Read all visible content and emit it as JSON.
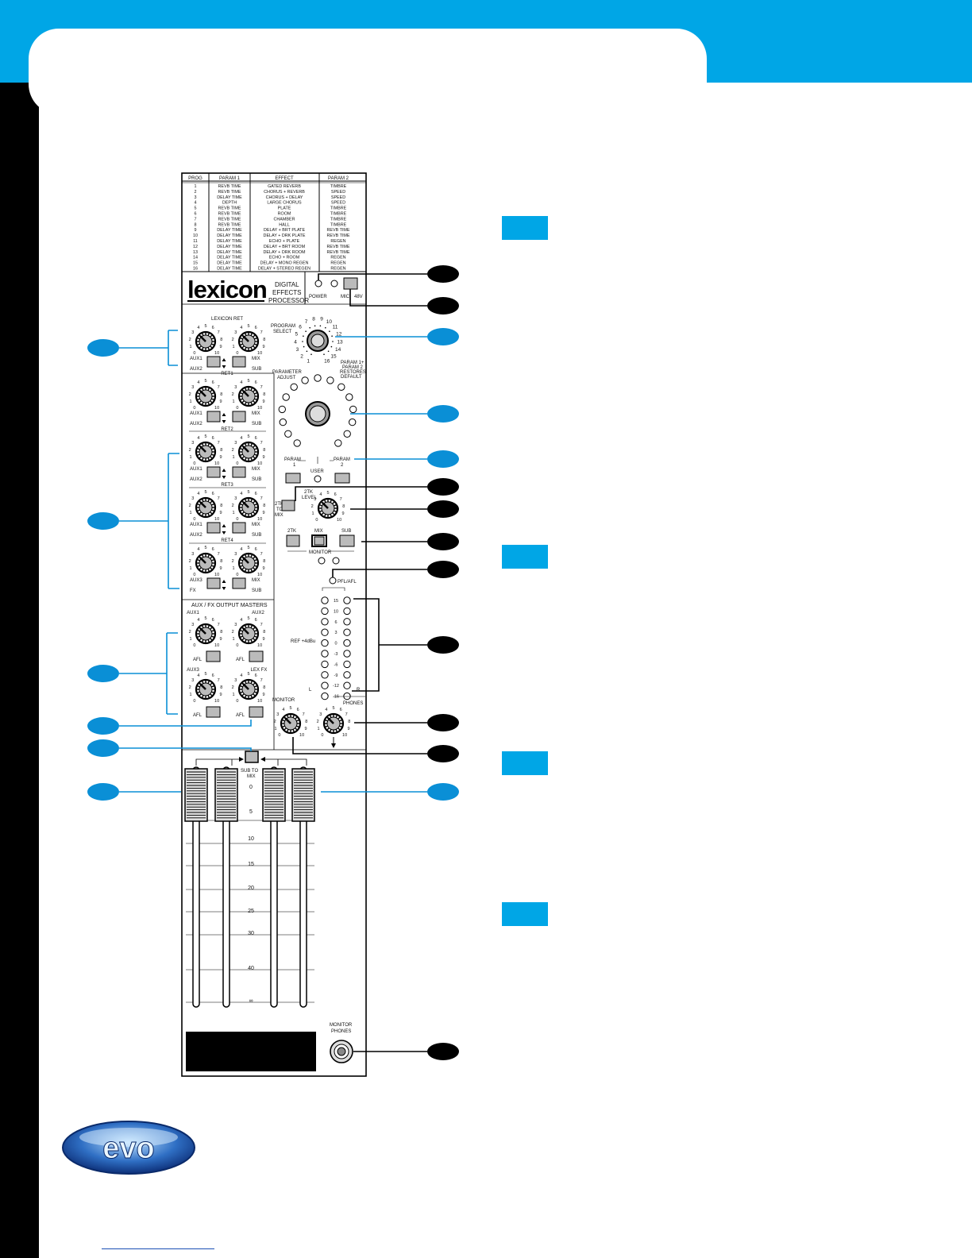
{
  "table": {
    "headers": [
      "PROG",
      "PARAM 1",
      "EFFECT",
      "PARAM 2"
    ],
    "rows": [
      [
        "1",
        "REVB TIME",
        "GATED REVERB",
        "TIMBRE"
      ],
      [
        "2",
        "REVB TIME",
        "CHORUS + REVERB",
        "SPEED"
      ],
      [
        "3",
        "DELAY TIME",
        "CHORUS + DELAY",
        "SPEED"
      ],
      [
        "4",
        "DEPTH",
        "LARGE CHORUS",
        "SPEED"
      ],
      [
        "5",
        "REVB TIME",
        "PLATE",
        "TIMBRE"
      ],
      [
        "6",
        "REVB TIME",
        "ROOM",
        "TIMBRE"
      ],
      [
        "7",
        "REVB TIME",
        "CHAMBER",
        "TIMBRE"
      ],
      [
        "8",
        "REVB TIME",
        "HALL",
        "TIMBRE"
      ],
      [
        "9",
        "DELAY TIME",
        "DELAY + BRT PLATE",
        "REVB TIME"
      ],
      [
        "10",
        "DELAY TIME",
        "DELAY + DRK PLATE",
        "REVB TIME"
      ],
      [
        "11",
        "DELAY TIME",
        "ECHO + PLATE",
        "REGEN"
      ],
      [
        "12",
        "DELAY TIME",
        "DELAY + BRT ROOM",
        "REVB TIME"
      ],
      [
        "13",
        "DELAY TIME",
        "DELAY + DRK ROOM",
        "REVB TIME"
      ],
      [
        "14",
        "DELAY TIME",
        "ECHO + ROOM",
        "REGEN"
      ],
      [
        "15",
        "DELAY TIME",
        "DELAY + MONO REGEN",
        "REGEN"
      ],
      [
        "16",
        "DELAY TIME",
        "DELAY + STEREO REGEN",
        "REGEN"
      ]
    ]
  },
  "brand": {
    "logo": "lexicon",
    "desc1": "DIGITAL",
    "desc2": "EFFECTS",
    "desc3": "PROCESSOR",
    "evo_logo": "evo"
  },
  "power": {
    "power_label": "POWER",
    "mic_label": "MIC",
    "v48_label": "48V"
  },
  "returns": [
    {
      "name": "LEXICON RET",
      "left_btn_top": "AUX1",
      "left_btn_bottom": "AUX2",
      "right_btn_top": "MIX",
      "right_btn_bottom": "SUB"
    },
    {
      "name": "RET1",
      "left_btn_top": "AUX1",
      "left_btn_bottom": "AUX2",
      "right_btn_top": "MIX",
      "right_btn_bottom": "SUB"
    },
    {
      "name": "RET2",
      "left_btn_top": "AUX1",
      "left_btn_bottom": "AUX2",
      "right_btn_top": "MIX",
      "right_btn_bottom": "SUB"
    },
    {
      "name": "RET3",
      "left_btn_top": "AUX1",
      "left_btn_bottom": "AUX2",
      "right_btn_top": "MIX",
      "right_btn_bottom": "SUB"
    },
    {
      "name": "RET4",
      "left_btn_top": "AUX3",
      "left_btn_bottom": "FX",
      "right_btn_top": "MIX",
      "right_btn_bottom": "SUB"
    }
  ],
  "masters": {
    "title": "AUX / FX OUTPUT MASTERS",
    "knobs": [
      {
        "name": "AUX1",
        "btn": "AFL"
      },
      {
        "name": "AUX2",
        "btn": "AFL"
      },
      {
        "name": "AUX3",
        "btn": "AFL"
      },
      {
        "name": "LEX FX",
        "btn": "AFL"
      }
    ]
  },
  "program": {
    "label1": "PROGRAM",
    "label2": "SELECT",
    "numbers": [
      "1",
      "2",
      "3",
      "4",
      "5",
      "6",
      "7",
      "8",
      "9",
      "10",
      "11",
      "12",
      "13",
      "14",
      "15",
      "16"
    ]
  },
  "param": {
    "adjust1": "PARAMETER",
    "adjust2": "ADJUST",
    "restore1": "PARAM 1+",
    "restore2": "PARAM 2",
    "restore3": "RESTORES",
    "restore4": "DEFAULT",
    "p1_a": "PARAM",
    "p1_b": "1",
    "user": "USER",
    "p2_a": "PARAM",
    "p2_b": "2"
  },
  "twotrack": {
    "to_mix_a": "2TK",
    "to_mix_b": "TO",
    "to_mix_c": "MIX",
    "level_a": "2TK",
    "level_b": "LEVEL"
  },
  "monitor_src": {
    "b1": "2TK",
    "b2": "MIX",
    "b3": "SUB",
    "label": "MONITOR"
  },
  "meter": {
    "pfl": "PFL/AFL",
    "ref": "REF +4dBu",
    "left": "L",
    "right": "R",
    "scale": [
      "15",
      "10",
      "6",
      "3",
      "0",
      "-3",
      "-6",
      "-9",
      "-12",
      "-16"
    ]
  },
  "knob_scale": {
    "n0": "0",
    "n1": "1",
    "n2": "2",
    "n3": "3",
    "n4": "4",
    "n5": "5",
    "n6": "6",
    "n7": "7",
    "n8": "8",
    "n9": "9",
    "n10": "10"
  },
  "monitor_knobs": {
    "monitor": "MONITOR",
    "phones": "PHONES"
  },
  "faders": {
    "sub_to_mix_a": "SUB TO",
    "sub_to_mix_b": "MIX",
    "scale": [
      "0",
      "5",
      "10",
      "15",
      "20",
      "25",
      "30",
      "40",
      "∞"
    ]
  },
  "jack": {
    "a": "MONITOR",
    "b": "PHONES"
  },
  "colors": {
    "accent": "#00a6e6",
    "callout_blue": "#0a8fd6",
    "callout_black": "#000000"
  }
}
